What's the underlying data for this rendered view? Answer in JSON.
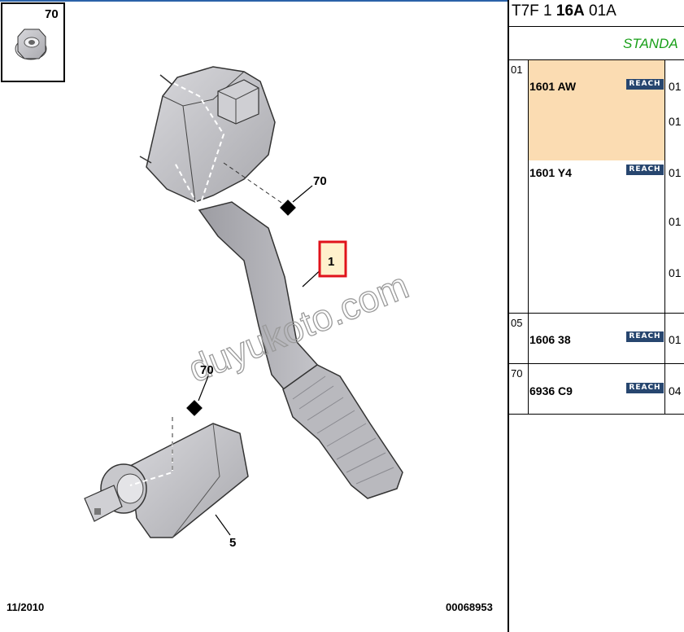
{
  "diagram": {
    "callouts": {
      "nut_ref": "70",
      "upper_ref": "70",
      "pedal_ref": "1",
      "lower_ref": "70",
      "sensor_ref": "5"
    },
    "watermark": "duyukoto.com",
    "date": "11/2010",
    "drawing_number": "00068953"
  },
  "panel": {
    "code_prefix": "T7F 1 ",
    "code_bold": "16A",
    "code_suffix": " 01A",
    "standard_label": "STANDA",
    "reach_badge": "REACH",
    "groups": [
      {
        "ref": "01",
        "items": [
          {
            "part": "1601 AW",
            "qtys": [
              "01",
              "01"
            ],
            "highlight": true
          },
          {
            "part": "1601 Y4",
            "qtys": [
              "01",
              "01",
              "01"
            ],
            "highlight": false
          }
        ]
      },
      {
        "ref": "05",
        "items": [
          {
            "part": "1606 38",
            "qtys": [
              "01"
            ],
            "highlight": false
          }
        ]
      },
      {
        "ref": "70",
        "items": [
          {
            "part": "6936 C9",
            "qtys": [
              "04"
            ],
            "highlight": false
          }
        ]
      }
    ]
  },
  "colors": {
    "highlight": "#fbdcb2",
    "reach_badge": "#27466f",
    "standard_text": "#1aa01a",
    "callout_box": "#e0131b",
    "callout_fill": "#fff1cc"
  }
}
